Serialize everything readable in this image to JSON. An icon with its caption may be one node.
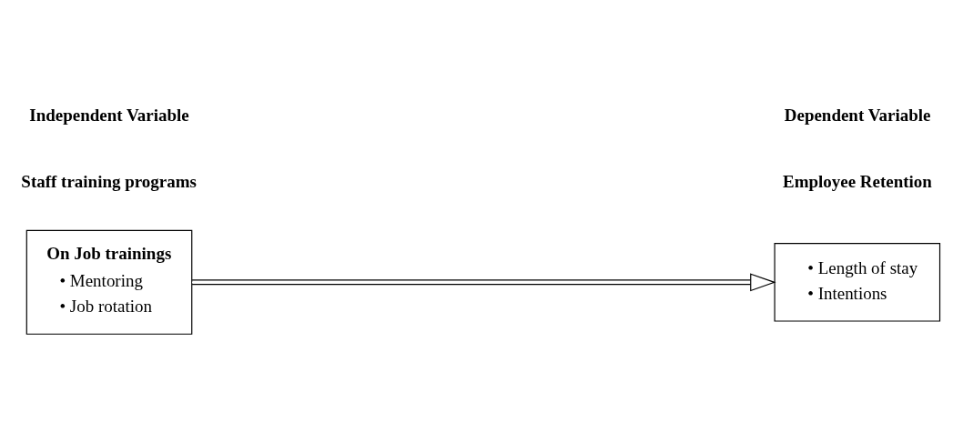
{
  "diagram": {
    "nodes": [
      {
        "text": [
          "On Job trainings",
          "• Mentoring",
          "• Job rotation"
        ]
      },
      {
        "text": [
          "• Length of stay",
          "• Intentions"
        ]
      }
    ],
    "edges": [
      {
        "from": 0,
        "to": 1,
        "arrow": "to"
      }
    ],
    "labels": [
      "Independent Variable",
      "Dependent Variable",
      "Staff training programs",
      "Employee Retention"
    ]
  }
}
